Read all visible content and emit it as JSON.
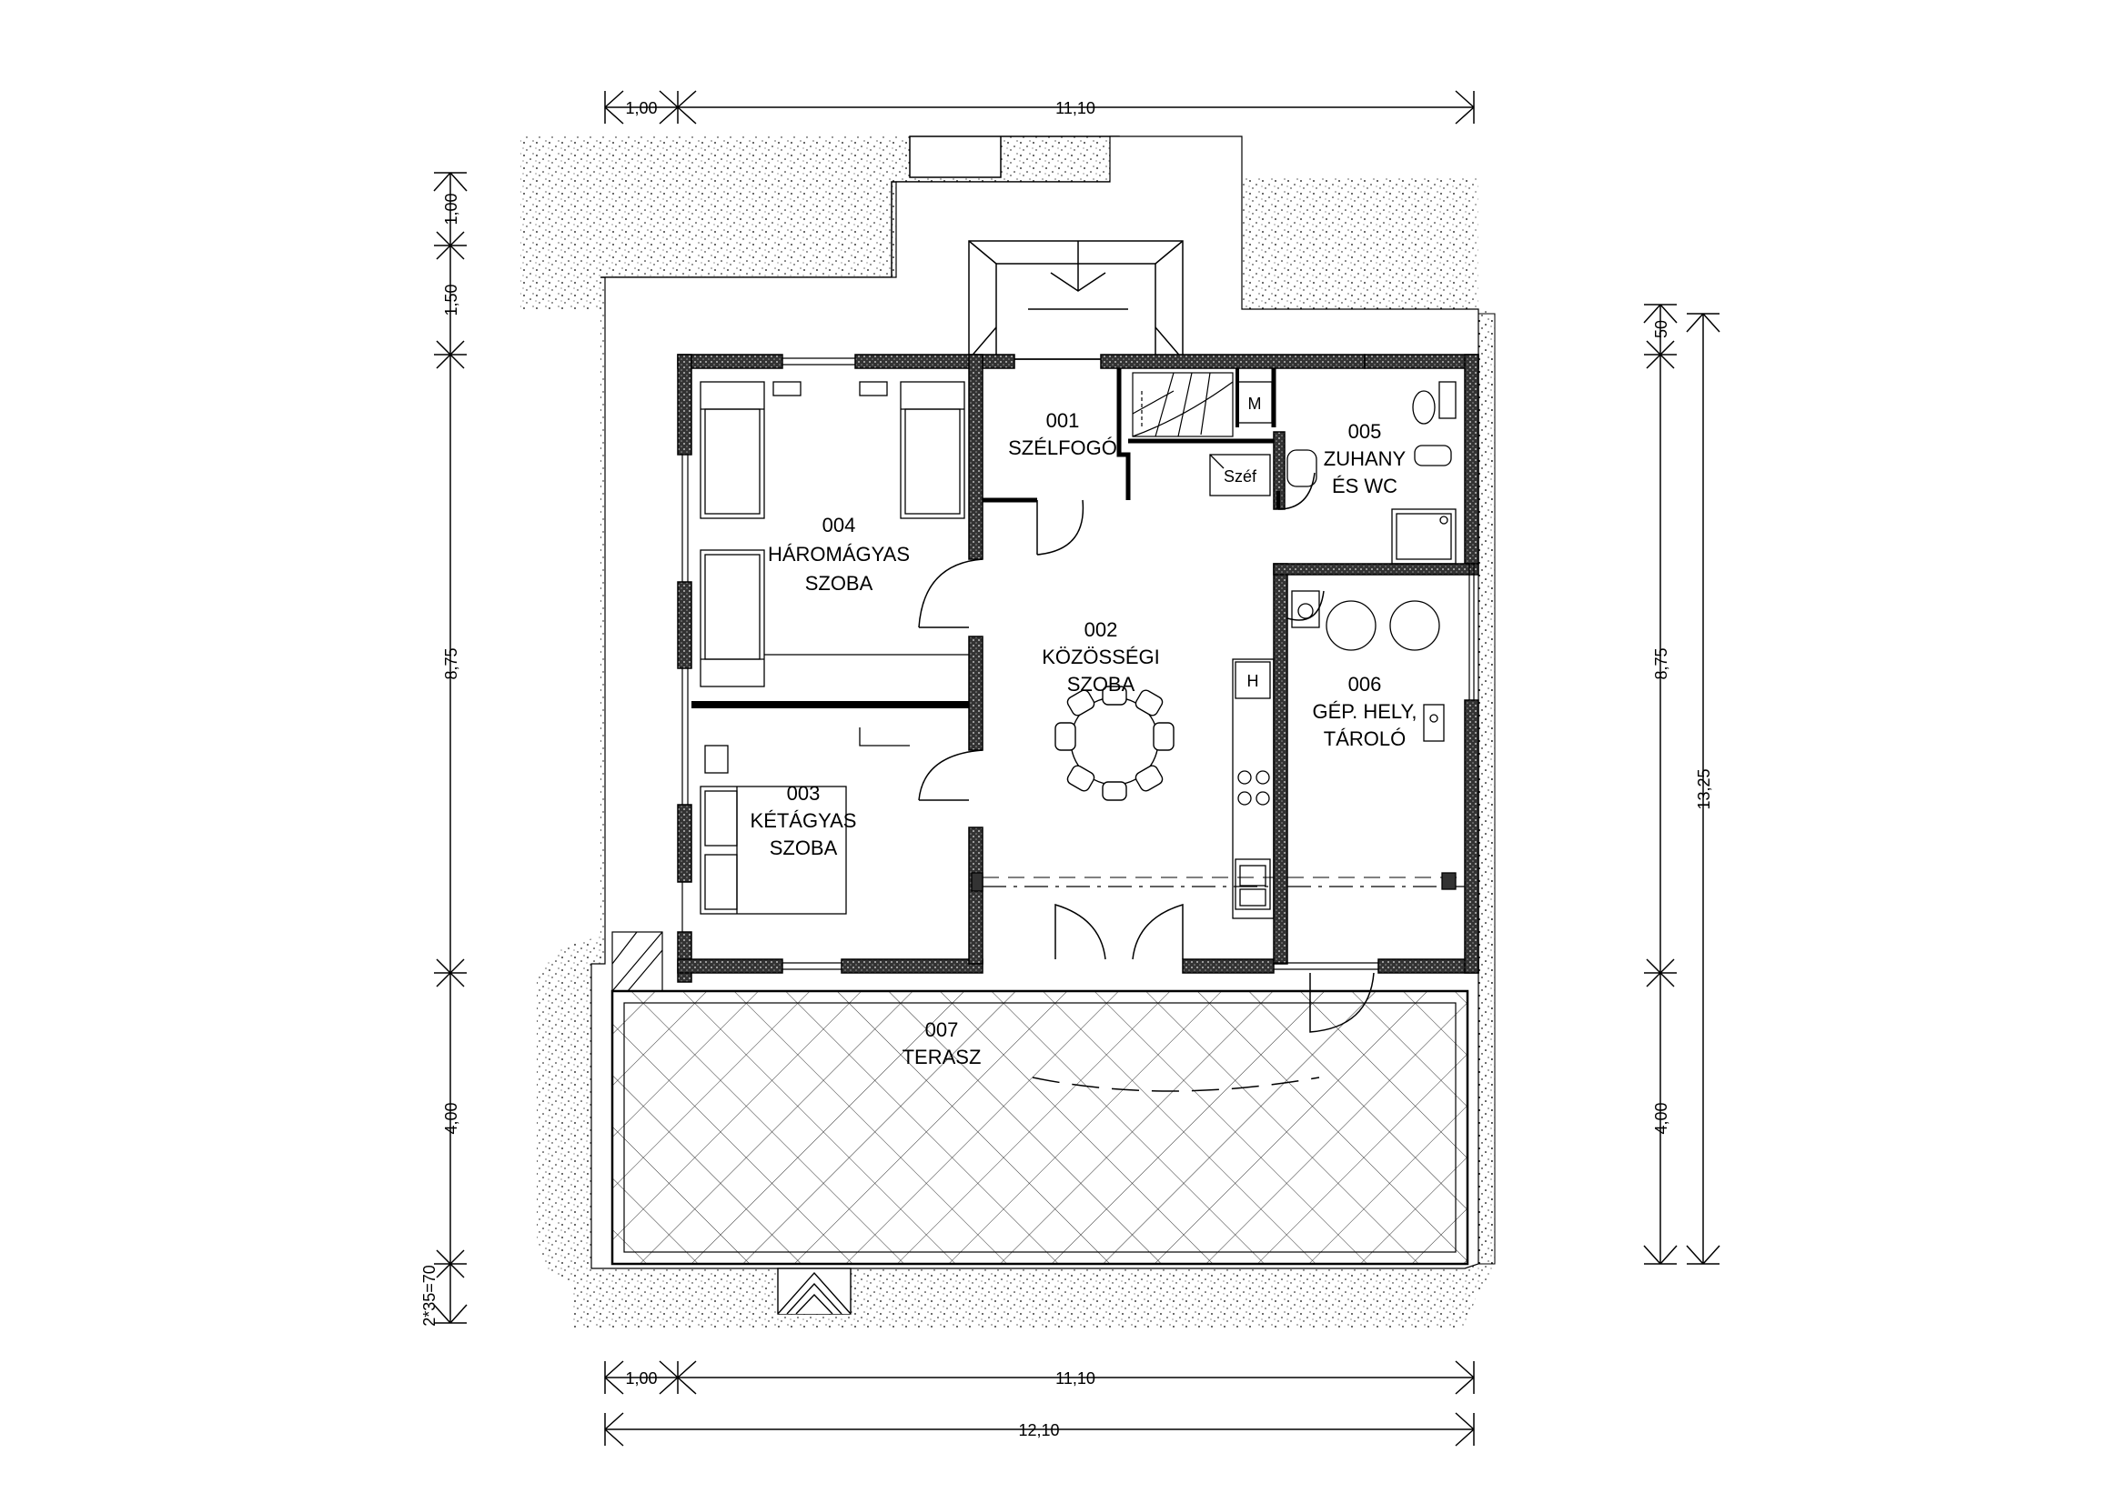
{
  "dimensions": {
    "top": {
      "d1": "1,00",
      "d2": "11,10"
    },
    "bottom": {
      "d1": "1,00",
      "d2": "11,10",
      "total": "12,10"
    },
    "left": {
      "d1": "1,00",
      "d2": "1,50",
      "d3": "8,75",
      "d4": "4,00",
      "d5": "2*35=70"
    },
    "right": {
      "d1": "50",
      "d2": "8,75",
      "d3": "4,00",
      "total": "13,25"
    }
  },
  "rooms": {
    "r001": {
      "num": "001",
      "name": "SZÉLFOGÓ"
    },
    "r002": {
      "num": "002",
      "line1": "KÖZÖSSÉGI",
      "line2": "SZOBA"
    },
    "r003": {
      "num": "003",
      "line1": "KÉTÁGYAS",
      "line2": "SZOBA"
    },
    "r004": {
      "num": "004",
      "line1": "HÁROMÁGYAS",
      "line2": "SZOBA"
    },
    "r005": {
      "num": "005",
      "line1": "ZUHANY",
      "line2": "ÉS WC"
    },
    "r006": {
      "num": "006",
      "line1": "GÉP. HELY,",
      "line2": "TÁROLÓ"
    },
    "r007": {
      "num": "007",
      "name": "TERASZ"
    }
  },
  "fixtures": {
    "meter": "M",
    "safe": "Széf",
    "fridge": "H"
  },
  "colors": {
    "line": "#000000",
    "wall_fill": "#555555",
    "background": "#ffffff"
  }
}
